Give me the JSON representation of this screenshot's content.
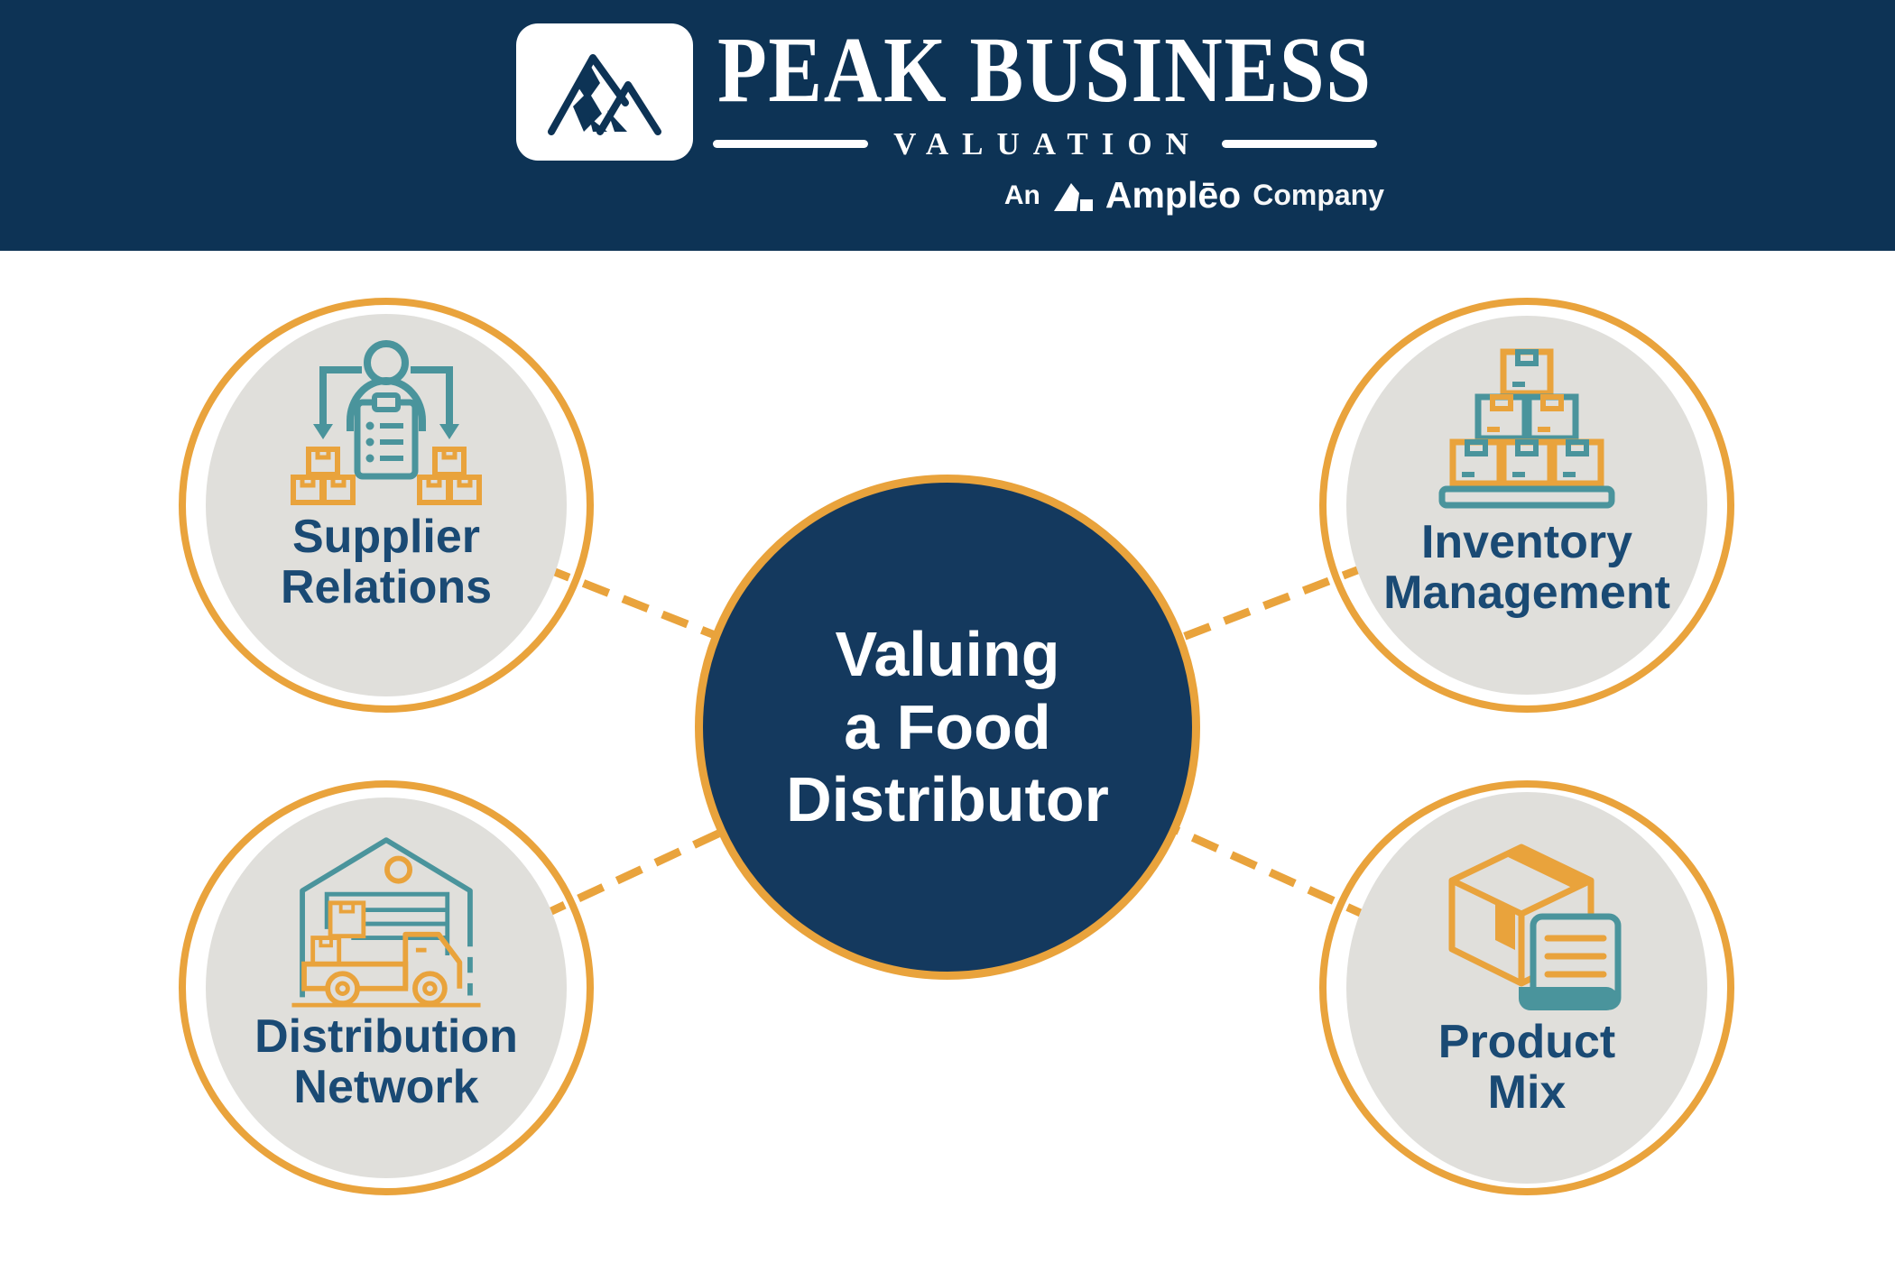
{
  "header": {
    "brand_top": "PEAK BUSINESS",
    "brand_bottom": "VALUATION",
    "tagline": {
      "an": "An",
      "brand": "Amplēo",
      "company": "Company"
    },
    "logo": "mountain-logo"
  },
  "center": {
    "line1": "Valuing",
    "line2": "a Food",
    "line3": "Distributor"
  },
  "nodes": [
    {
      "id": "supplier-relations",
      "position": "top-left",
      "label_line1": "Supplier",
      "label_line2": "Relations",
      "icon": "person-clipboard-boxes-icon"
    },
    {
      "id": "inventory-management",
      "position": "top-right",
      "label_line1": "Inventory",
      "label_line2": "Management",
      "icon": "pallet-stacked-boxes-icon"
    },
    {
      "id": "distribution-network",
      "position": "bottom-left",
      "label_line1": "Distribution",
      "label_line2": "Network",
      "icon": "warehouse-truck-icon"
    },
    {
      "id": "product-mix",
      "position": "bottom-right",
      "label_line1": "Product",
      "label_line2": "Mix",
      "icon": "box-document-icon"
    }
  ],
  "colors": {
    "header_navy": "#0D3355",
    "center_circle_navy": "#14395E",
    "label_navy": "#1A4A74",
    "accent_orange": "#E9A33C",
    "accent_teal": "#4A949C",
    "circle_gray": "#E0DFDB",
    "white": "#FFFFFF"
  }
}
